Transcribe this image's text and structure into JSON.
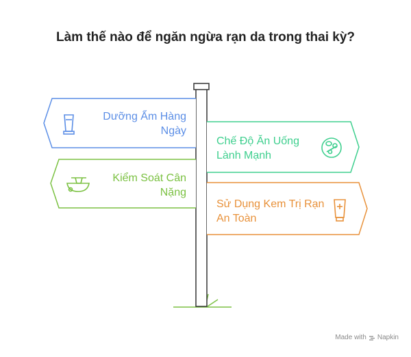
{
  "title": "Làm thế nào để ngăn ngừa rạn da trong thai kỳ?",
  "signs": [
    {
      "label": "Dưỡng Ẩm Hàng Ngày",
      "icon": "lotion-tube-icon",
      "color": "#5b8ee6"
    },
    {
      "label": "Chế Độ Ăn Uống Lành Mạnh",
      "icon": "healthy-food-plate-icon",
      "color": "#3ecf8e"
    },
    {
      "label": "Kiểm Soát Cân Nặng",
      "icon": "weight-scale-icon",
      "color": "#7bc142"
    },
    {
      "label": "Sử Dụng Kem Trị Rạn An Toàn",
      "icon": "cream-tube-icon",
      "color": "#e8913a"
    }
  ],
  "footer": {
    "made_with": "Made with",
    "brand": "Napkin"
  }
}
